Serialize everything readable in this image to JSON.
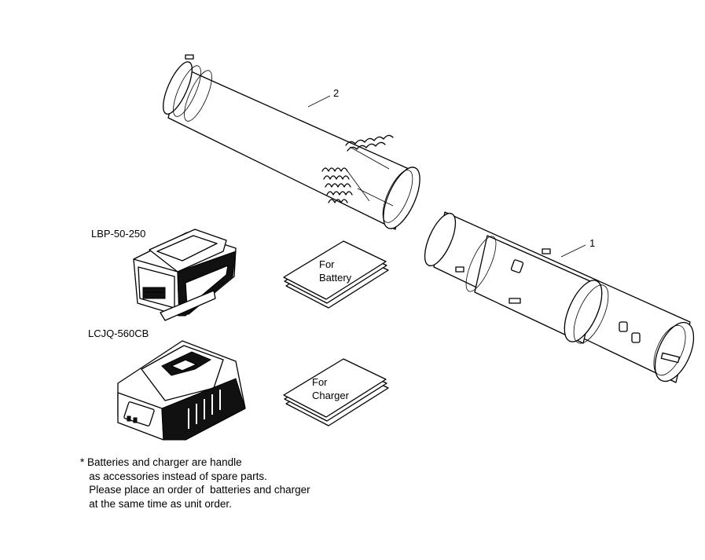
{
  "callouts": {
    "part1": "1",
    "part2": "2",
    "battery_model": "LBP-50-250",
    "charger_model": "LCJQ-560CB"
  },
  "manuals": {
    "battery": [
      "For",
      "Battery"
    ],
    "charger": [
      "For",
      "Charger"
    ]
  },
  "note_lines": [
    "* Batteries and charger are handle",
    "   as accessories instead of spare parts.",
    "   Please place an order of  batteries and charger",
    "   at the same time as unit order."
  ]
}
